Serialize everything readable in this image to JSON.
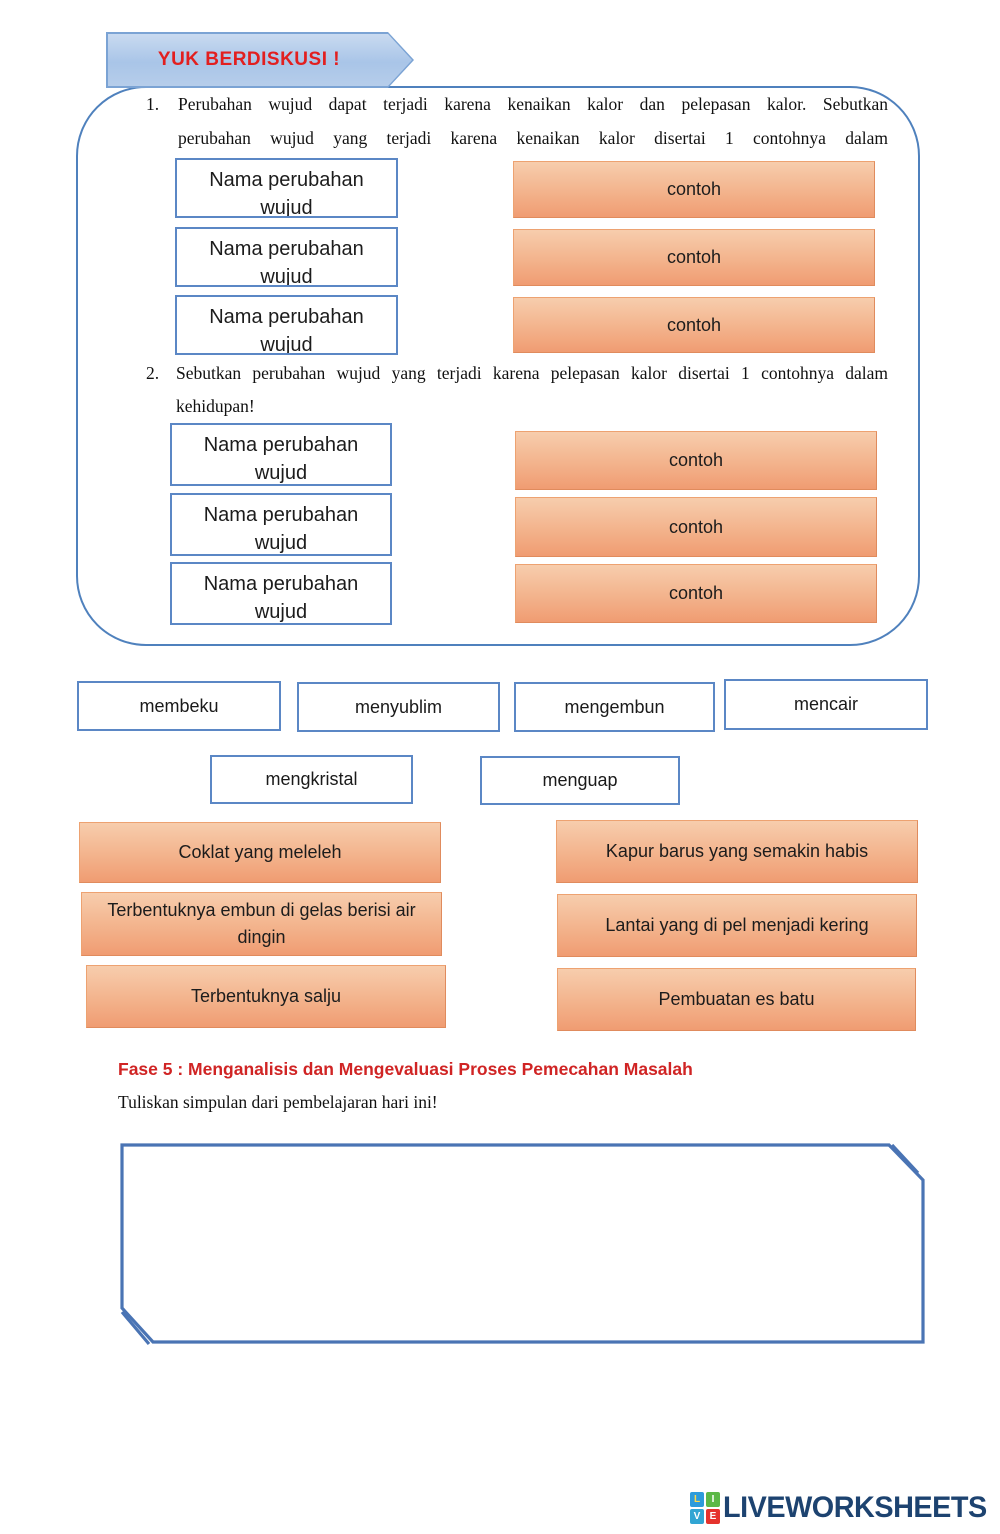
{
  "banner": {
    "label": "YUK BERDISKUSI !"
  },
  "questions": [
    {
      "number": "1.",
      "lines": [
        "Perubahan wujud dapat terjadi karena kenaikan kalor dan pelepasan kalor. Sebutkan",
        "perubahan wujud yang terjadi karena kenaikan kalor disertai 1 contohnya dalam"
      ],
      "rows": [
        {
          "name_label": "Nama perubahan wujud",
          "example_label": "contoh"
        },
        {
          "name_label": "Nama perubahan wujud",
          "example_label": "contoh"
        },
        {
          "name_label": "Nama perubahan wujud",
          "example_label": "contoh"
        }
      ]
    },
    {
      "number": "2.",
      "lines": [
        "Sebutkan perubahan wujud yang terjadi karena pelepasan kalor disertai 1 contohnya dalam",
        "kehidupan!"
      ],
      "rows": [
        {
          "name_label": "Nama perubahan wujud",
          "example_label": "contoh"
        },
        {
          "name_label": "Nama perubahan wujud",
          "example_label": "contoh"
        },
        {
          "name_label": "Nama perubahan wujud",
          "example_label": "contoh"
        }
      ]
    }
  ],
  "word_bank": {
    "items": [
      "membeku",
      "menyublim",
      "mengembun",
      "mencair",
      "mengkristal",
      "menguap"
    ]
  },
  "examples": {
    "items": [
      "Coklat yang meleleh",
      "Kapur barus yang semakin habis",
      "Terbentuknya embun di gelas berisi air dingin",
      "Lantai yang di pel menjadi kering",
      "Terbentuknya salju",
      "Pembuatan es batu"
    ]
  },
  "phase5": {
    "heading": "Fase 5 : Menganalisis dan Mengevaluasi Proses Pemecahan Masalah",
    "instruction": "Tuliskan simpulan dari pembelajaran hari ini!"
  },
  "footer": {
    "brand": "LIVEWORKSHEETS",
    "logo_tiles": [
      {
        "letter": "L"
      },
      {
        "letter": "I"
      },
      {
        "letter": "V"
      },
      {
        "letter": "E"
      }
    ]
  },
  "colors": {
    "accent_blue": "#4f81bd",
    "conclusion_blue": "#4a74b4",
    "orange_top": "#f7cdad",
    "orange_bottom": "#f09c72",
    "banner_red": "#e21f1f",
    "phase_red": "#d02424",
    "brand_navy": "#1d4370"
  }
}
